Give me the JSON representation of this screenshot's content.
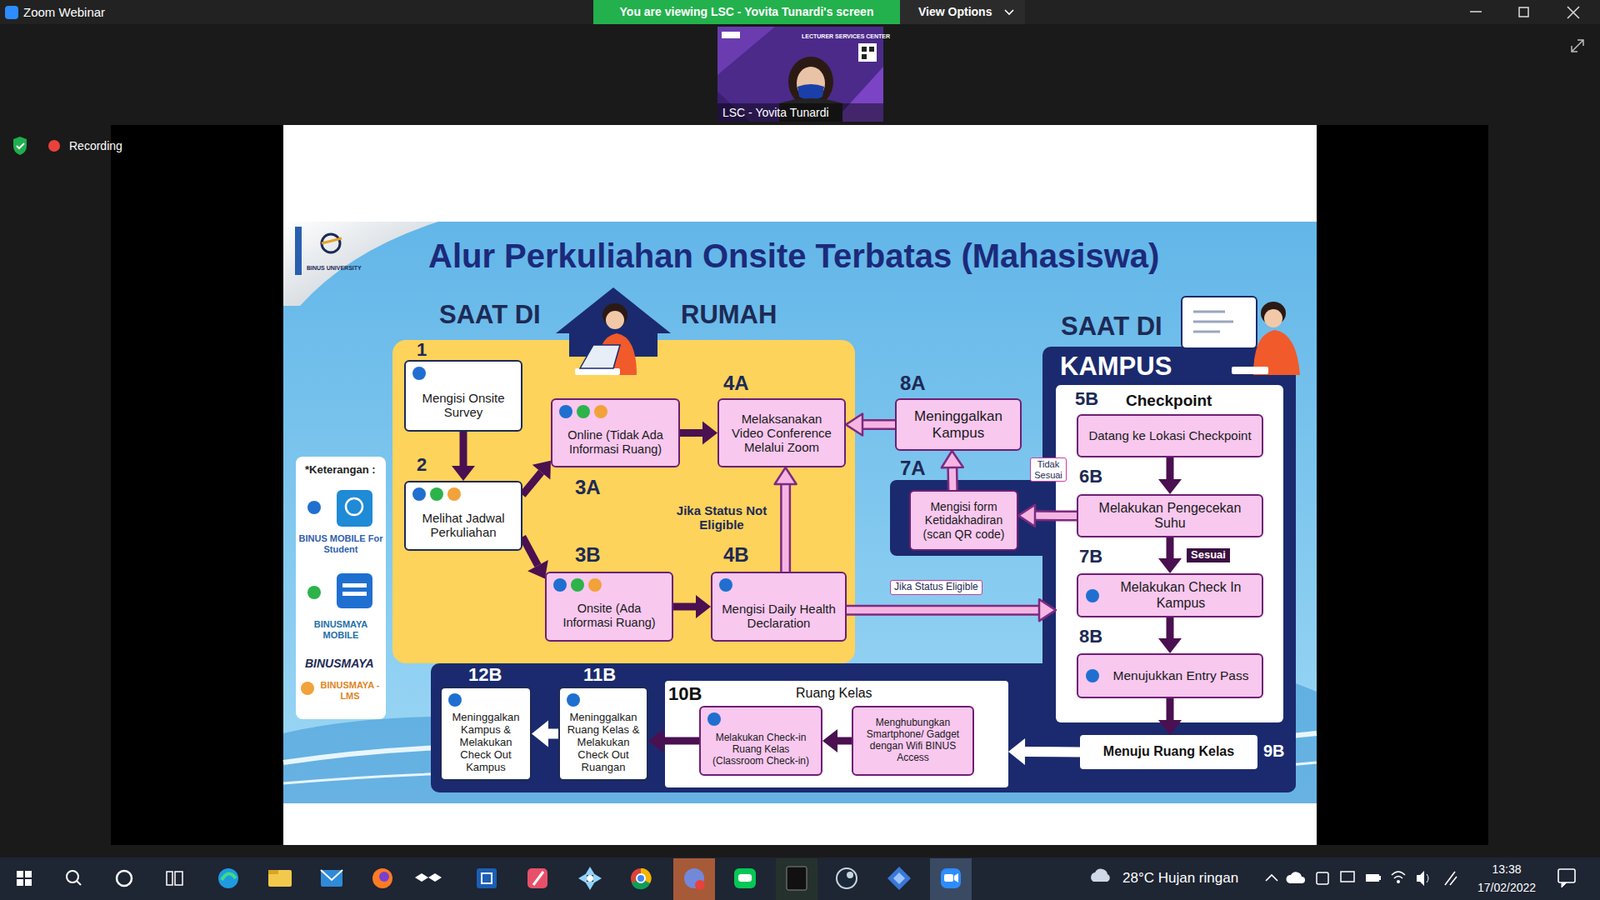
{
  "diagram": {
    "title": "Alur Perkuliahan Onsite Terbatas (Mahasiswa)",
    "nodes": [
      {
        "text": [
          "SAAT DI",
          "RUMAH"
        ]
      },
      {
        "text": [
          "Mengisi Onsite Survey"
        ],
        "in": 0
      },
      {
        "text": [
          "Melihat Jadwal Perkuliahan"
        ],
        "in": 0
      },
      {
        "text": [
          "Online (Tidak Ada Informasi Ruang)"
        ],
        "in": 0
      },
      {
        "text": [
          "Melaksanakan Video Conference Melalui Zoom"
        ],
        "in": 0
      },
      {
        "text": [
          "Onsite (Ada Informasi Ruang)"
        ],
        "in": 0
      },
      {
        "text": [
          "Mengisi Daily Health Declaration"
        ],
        "in": 0
      },
      {
        "text": [
          "Meninggalkan Kampus"
        ]
      },
      {
        "text": [
          "SAAT DI",
          "KAMPUS"
        ]
      },
      {
        "text": [
          "Mengisi form Ketidakhadiran (scan QR code)"
        ],
        "in": 8
      },
      {
        "text": [
          "Checkpoint"
        ],
        "in": 8
      },
      {
        "text": [
          "Datang ke Lokasi Checkpoint"
        ],
        "in": 10
      },
      {
        "text": [
          "Melakukan Pengecekan Suhu"
        ],
        "in": 10
      },
      {
        "text": [
          "Melakukan Check In Kampus"
        ],
        "in": 10
      },
      {
        "text": [
          "Menujukkan Entry Pass"
        ],
        "in": 10
      },
      {
        "text": [
          "Menuju Ruang Kelas"
        ],
        "in": 8
      },
      {
        "text": [
          "Ruang Kelas"
        ],
        "in": 8
      },
      {
        "text": [
          "Menghubungkan Smartphone/ Gadget dengan Wifi BINUS Access"
        ],
        "in": 16
      },
      {
        "text": [
          "Melakukan Check-in Ruang Kelas (Classroom Check-in)"
        ],
        "in": 16
      },
      {
        "text": [
          "Meninggalkan Ruang Kelas & Melakukan Check Out Ruangan"
        ],
        "in": 8
      },
      {
        "text": [
          "Meninggalkan Kampus & Melakukan Check Out Kampus"
        ],
        "in": 8
      }
    ],
    "edges": [
      {
        "from": 1,
        "to": 2,
        "arrow": "to"
      },
      {
        "from": 2,
        "to": 3,
        "arrow": "to"
      },
      {
        "from": 2,
        "to": 5,
        "arrow": "to"
      },
      {
        "from": 3,
        "to": 4,
        "arrow": "to"
      },
      {
        "from": 5,
        "to": 6,
        "arrow": "to"
      },
      {
        "from": 6,
        "to": 4,
        "label": "Jika Status Not Eligible",
        "arrow": "to"
      },
      {
        "from": 6,
        "to": 10,
        "label": "Jika Status Eligible",
        "arrow": "to"
      },
      {
        "from": 11,
        "to": 12,
        "arrow": "to"
      },
      {
        "from": 12,
        "to": 9,
        "label": "Tidak Sesuai",
        "arrow": "to"
      },
      {
        "from": 12,
        "to": 13,
        "label": "Sesuai",
        "arrow": "to"
      },
      {
        "from": 9,
        "to": 7,
        "arrow": "to"
      },
      {
        "from": 7,
        "to": 4,
        "arrow": "to"
      },
      {
        "from": 13,
        "to": 14,
        "arrow": "to"
      },
      {
        "from": 14,
        "to": 15,
        "arrow": "to"
      },
      {
        "from": 15,
        "to": 16,
        "arrow": "to"
      },
      {
        "from": 17,
        "to": 18,
        "arrow": "to"
      },
      {
        "from": 18,
        "to": 19,
        "arrow": "to"
      },
      {
        "from": 19,
        "to": 20,
        "arrow": "to"
      }
    ],
    "labels": [
      "Zoom Webinar",
      "You are viewing LSC - Yovita Tunardi's screen",
      "View Options",
      "LECTURER SERVICES CENTER",
      "LSC - Yovita Tunardi",
      "Recording",
      "1",
      "2",
      "3A",
      "3B",
      "4A",
      "4B",
      "8A",
      "7A",
      "5B",
      "6B",
      "7B",
      "8B",
      "9B",
      "10B",
      "11B",
      "12B",
      "*Keterangan :",
      "BINUSMAYA",
      "28°C Hujan ringan",
      "13:38",
      "17/02/2022",
      "BINUS UNIVERSITY"
    ],
    "legend": [
      {
        "text": "BINUS MOBILE For Student",
        "color": "#1f6fd1"
      },
      {
        "text": "BINUSMAYA MOBILE",
        "color": "#2db34a"
      },
      {
        "text": "BINUSMAYA - LMS",
        "color": "#f2a23a"
      }
    ]
  }
}
